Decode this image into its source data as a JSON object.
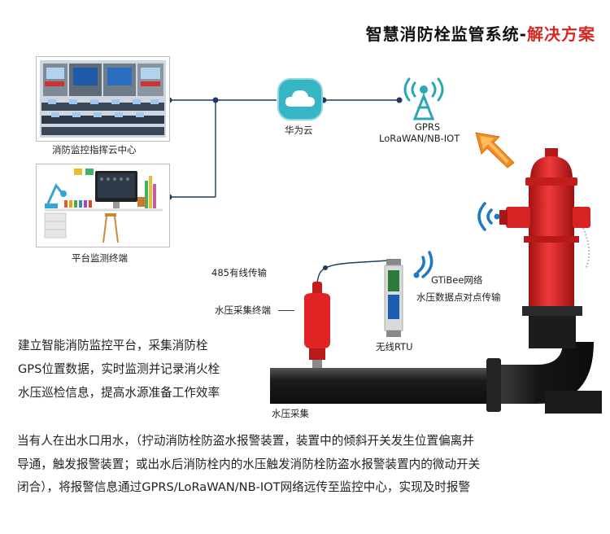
{
  "title": {
    "main": "智慧消防栓监管系统-",
    "highlight": "解决方案"
  },
  "nodes": {
    "command_center": "消防监控指挥云中心",
    "platform": "平台监测终端",
    "cloud": "华为云",
    "gprs": "GPRS",
    "lora": "LoRaWAN/NB-IOT",
    "wired": "485有线传输",
    "pressure_terminal": "水压采集终端",
    "rtu": "无线RTU",
    "gtibee": "GTiBee网络",
    "p2p": "水压数据点对点传输",
    "pipe": "水压采集"
  },
  "left_text": [
    "建立智能消防监控平台，采集消防栓",
    "GPS位置数据，实时监测并记录消火栓",
    "水压巡检信息，提高水源准备工作效率"
  ],
  "bottom_text": [
    "当有人在出水口用水，（拧动消防栓防盗水报警装置，装置中的倾斜开关发生位置偏离并",
    "导通，触发报警装置；或出水后消防栓内的水压触发消防栓防盗水报警装置内的微动开关",
    "闭合），将报警信息通过GPRS/LoRaWAN/NB-IOT网络远传至监控中心，实现及时报警"
  ],
  "colors": {
    "accent": "#d42a22",
    "cloud": "#36b6c4",
    "tower": "#2aa7b3",
    "hydrant": "#e02424",
    "arrow": "#f28c1e"
  }
}
